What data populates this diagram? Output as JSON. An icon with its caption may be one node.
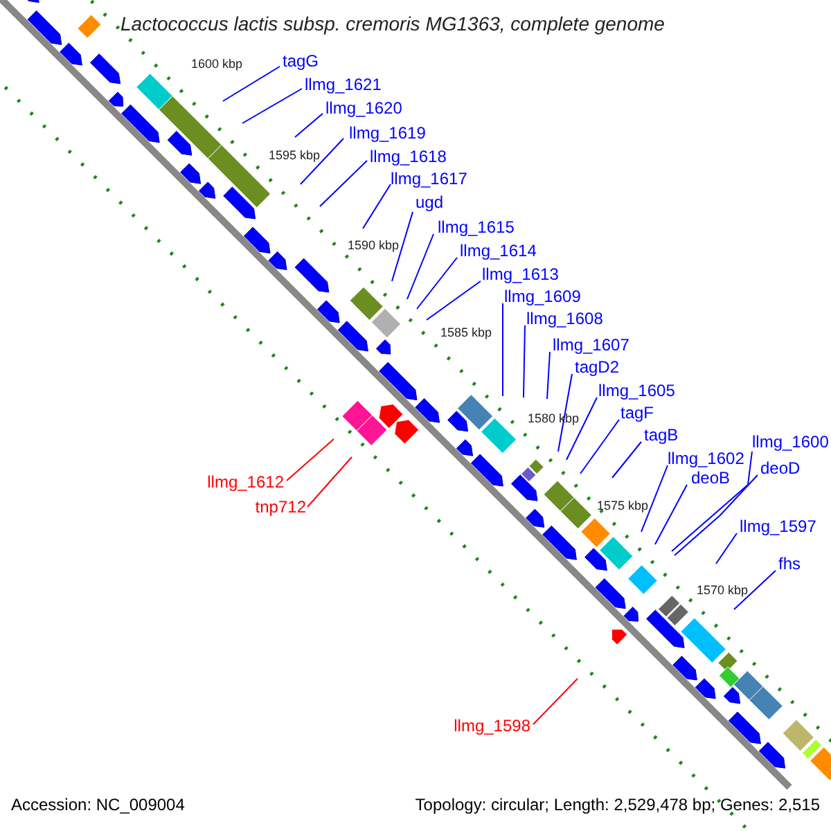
{
  "diagram": {
    "title": "Lactococcus lactis subsp. cremoris MG1363, complete genome",
    "nodes": [
      {
        "text": [
          "tagG"
        ]
      },
      {
        "text": [
          "llmg_1621"
        ]
      },
      {
        "text": [
          "llmg_1620"
        ]
      },
      {
        "text": [
          "llmg_1619"
        ]
      },
      {
        "text": [
          "llmg_1618"
        ]
      },
      {
        "text": [
          "llmg_1617"
        ]
      },
      {
        "text": [
          "ugd"
        ]
      },
      {
        "text": [
          "llmg_1615"
        ]
      },
      {
        "text": [
          "llmg_1614"
        ]
      },
      {
        "text": [
          "llmg_1613"
        ]
      },
      {
        "text": [
          "llmg_1609"
        ]
      },
      {
        "text": [
          "llmg_1608"
        ]
      },
      {
        "text": [
          "llmg_1607"
        ]
      },
      {
        "text": [
          "tagD2"
        ]
      },
      {
        "text": [
          "llmg_1605"
        ]
      },
      {
        "text": [
          "tagF"
        ]
      },
      {
        "text": [
          "tagB"
        ]
      },
      {
        "text": [
          "llmg_1600"
        ]
      },
      {
        "text": [
          "llmg_1602"
        ]
      },
      {
        "text": [
          "deoD"
        ]
      },
      {
        "text": [
          "deoB"
        ]
      },
      {
        "text": [
          "llmg_1612"
        ]
      },
      {
        "text": [
          "tnp712"
        ]
      },
      {
        "text": [
          "llmg_1597"
        ]
      },
      {
        "text": [
          "fhs"
        ]
      },
      {
        "text": [
          "llmg_1598"
        ]
      }
    ],
    "edges": [
      {
        "from": 0,
        "to": null,
        "arrow": "none"
      },
      {
        "from": 1,
        "to": null,
        "arrow": "none"
      },
      {
        "from": 2,
        "to": null,
        "arrow": "none"
      },
      {
        "from": 3,
        "to": null,
        "arrow": "none"
      },
      {
        "from": 4,
        "to": null,
        "arrow": "none"
      },
      {
        "from": 5,
        "to": null,
        "arrow": "none"
      },
      {
        "from": 6,
        "to": null,
        "arrow": "none"
      },
      {
        "from": 7,
        "to": null,
        "arrow": "none"
      },
      {
        "from": 8,
        "to": null,
        "arrow": "none"
      },
      {
        "from": 9,
        "to": null,
        "arrow": "none"
      },
      {
        "from": 10,
        "to": null,
        "arrow": "none"
      },
      {
        "from": 11,
        "to": null,
        "arrow": "none"
      },
      {
        "from": 12,
        "to": null,
        "arrow": "none"
      },
      {
        "from": 13,
        "to": null,
        "arrow": "none"
      },
      {
        "from": 14,
        "to": null,
        "arrow": "none"
      },
      {
        "from": 15,
        "to": null,
        "arrow": "none"
      },
      {
        "from": 16,
        "to": null,
        "arrow": "none"
      },
      {
        "from": 17,
        "to": null,
        "arrow": "none"
      },
      {
        "from": 18,
        "to": null,
        "arrow": "none"
      },
      {
        "from": 19,
        "to": null,
        "arrow": "none"
      },
      {
        "from": 20,
        "to": null,
        "arrow": "none"
      },
      {
        "from": 21,
        "to": null,
        "arrow": "none",
        "color": "#ff0000"
      },
      {
        "from": 22,
        "to": null,
        "arrow": "none",
        "color": "#ff0000"
      },
      {
        "from": 23,
        "to": null,
        "arrow": "none"
      },
      {
        "from": 24,
        "to": null,
        "arrow": "none"
      },
      {
        "from": 25,
        "to": null,
        "arrow": "none",
        "color": "#ff0000"
      }
    ],
    "labels": [
      "1600 kbp",
      "1595 kbp",
      "1590 kbp",
      "1585 kbp",
      "1580 kbp",
      "1575 kbp",
      "1570 kbp",
      "Accession: NC_009004",
      "Topology: circular; Length: 2,529,478 bp; Genes: 2,515"
    ]
  }
}
